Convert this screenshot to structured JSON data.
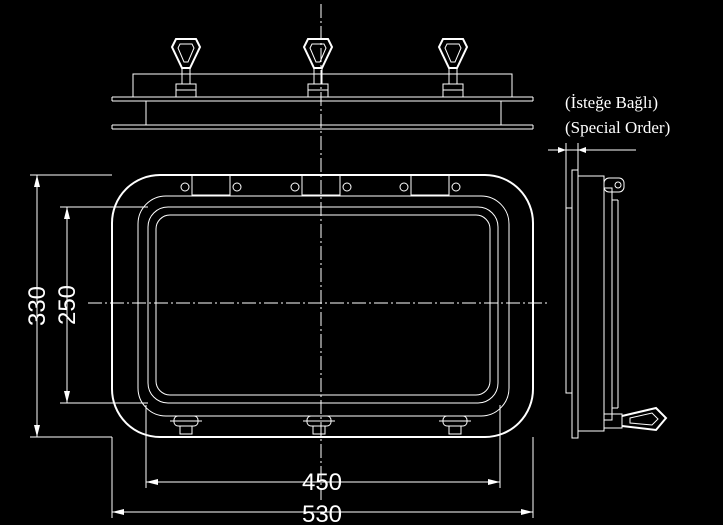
{
  "dimensions": {
    "overall_width": "530",
    "clear_width": "450",
    "overall_height": "330",
    "clear_height": "250"
  },
  "notes": {
    "optional_tr": "(İsteğe Bağlı)",
    "special_order": "(Special Order)"
  },
  "colors": {
    "background": "#000000",
    "lines": "#ffffff"
  }
}
